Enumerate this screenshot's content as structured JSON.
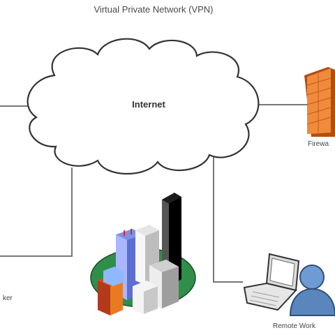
{
  "diagram": {
    "title": "Virtual Private Network (VPN)",
    "internet_label": "Internet",
    "firewall_label": "Firewa",
    "remote_worker_label": "Remote Work",
    "left_label": "ker"
  },
  "colors": {
    "line": "#777777",
    "firewall": "#e8742a",
    "worker_body": "#5b86bd",
    "ground": "#2f8f4a",
    "building_red": "#c0392b",
    "building_blue": "#8ea2f0"
  },
  "icons": [
    "cloud-icon",
    "firewall-icon",
    "office-buildings-icon",
    "laptop-icon",
    "user-icon"
  ]
}
